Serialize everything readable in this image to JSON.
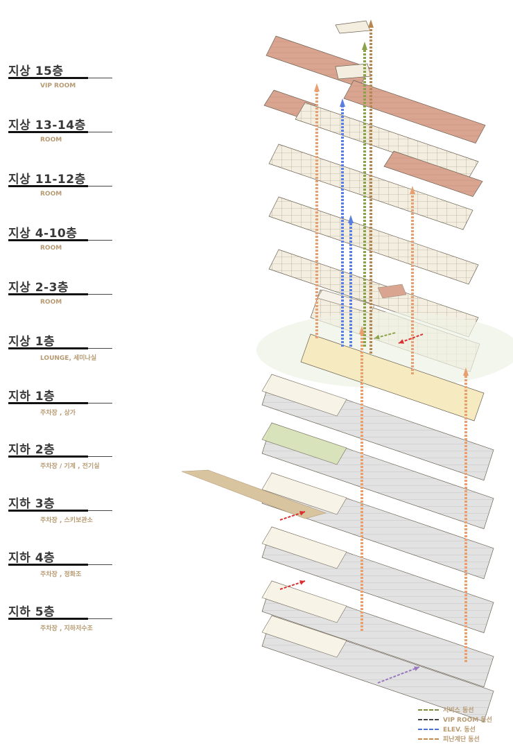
{
  "levels": [
    {
      "title": "지상 15층",
      "sub": "VIP ROOM"
    },
    {
      "title": "지상 13-14층",
      "sub": "ROOM"
    },
    {
      "title": "지상 11-12층",
      "sub": "ROOM"
    },
    {
      "title": "지상 4-10층",
      "sub": "ROOM"
    },
    {
      "title": "지상 2-3층",
      "sub": "ROOM"
    },
    {
      "title": "지상 1층",
      "sub": "LOUNGE, 세미나실"
    },
    {
      "title": "지하 1층",
      "sub": "주차장 , 상가"
    },
    {
      "title": "지하 2층",
      "sub": "주차장 / 기계 , 전기실"
    },
    {
      "title": "지하 3층",
      "sub": "주차장 , 스키보관소"
    },
    {
      "title": "지하 4층",
      "sub": "주차장 , 정화조"
    },
    {
      "title": "지하 5층",
      "sub": "주차장 , 지하저수조"
    }
  ],
  "legend": [
    {
      "label": "서비스 동선",
      "color": "#7a8c3c"
    },
    {
      "label": "VIP ROOM 동선",
      "color": "#444444"
    },
    {
      "label": "ELEV. 동선",
      "color": "#4a6fd8"
    },
    {
      "label": "피난계단 동선",
      "color": "#c78850"
    }
  ],
  "colors": {
    "vip_roof": "#d9a590",
    "room_floor": "#f3eee0",
    "lobby_floor": "#f5eac0",
    "parking": "#e4e4e4",
    "green_zone": "#d8e4b8",
    "evac_arrow": "#e8a070",
    "elev_arrow": "#5b7fe0",
    "service_arrow": "#8ca24a",
    "entry_arrow_red": "#d83030",
    "entry_arrow_purple": "#9a78c0"
  }
}
